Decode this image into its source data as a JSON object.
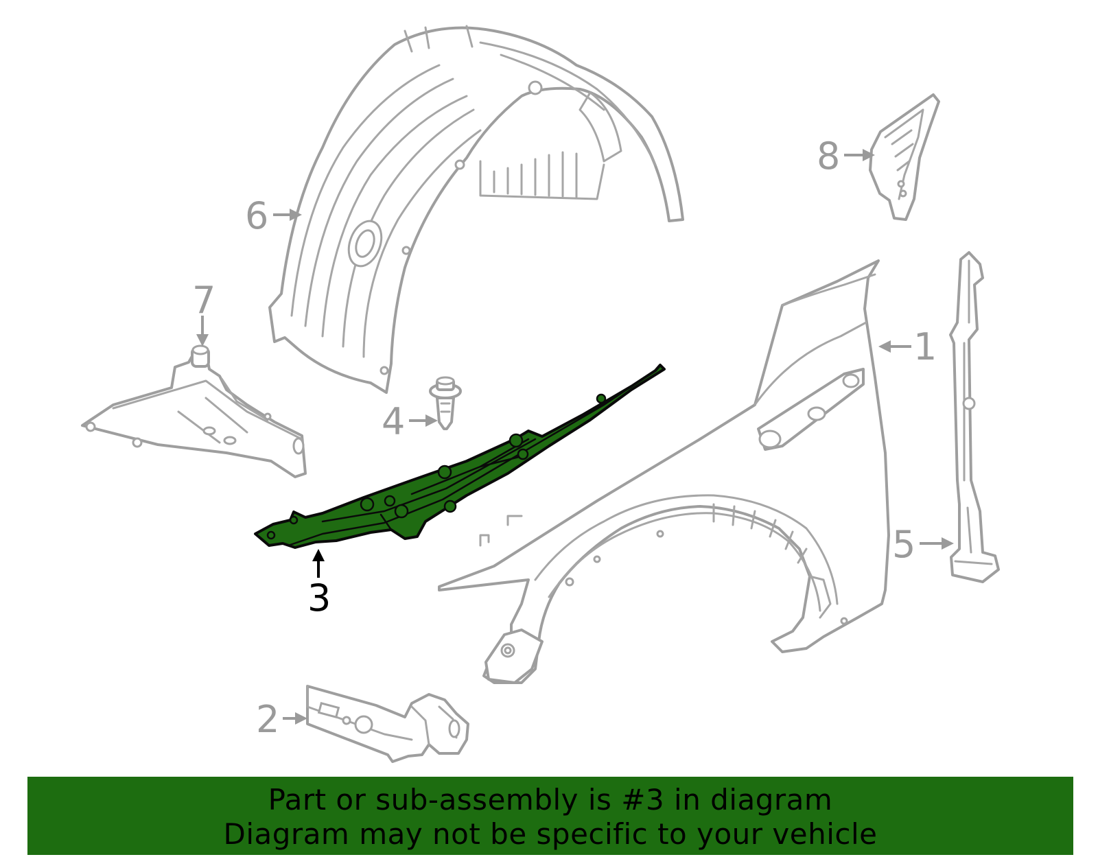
{
  "callouts": {
    "part_1": "1",
    "part_2": "2",
    "part_3": "3",
    "part_4": "4",
    "part_5": "5",
    "part_6": "6",
    "part_7": "7",
    "part_8": "8"
  },
  "highlighted_part": "3",
  "banner": {
    "line1": "Part or sub-assembly is #3 in diagram",
    "line2": "Diagram may not be specific to your vehicle"
  },
  "colors": {
    "highlight_fill": "#1f6b12",
    "banner_background": "#1d6d10",
    "line_art": "#9e9e9e",
    "highlight_callout": "#000000"
  }
}
